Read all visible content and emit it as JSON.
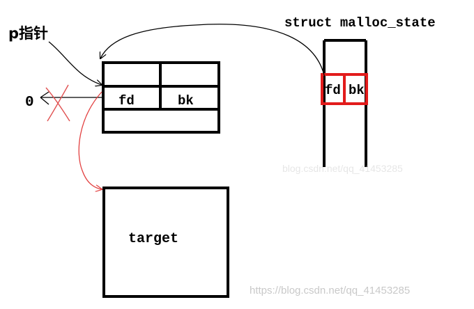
{
  "labels": {
    "struct_title": "struct malloc_state",
    "pointer": "p指针",
    "zero": "0",
    "chunk_fd": "fd",
    "chunk_bk": "bk",
    "state_fd": "fd",
    "state_bk": "bk",
    "target": "target",
    "watermark": "https://blog.csdn.net/qq_41453285"
  },
  "colors": {
    "box_stroke": "#000000",
    "highlight": "#e21b1b",
    "red_arrow": "#e24040",
    "cross": "#e05050",
    "watermark": "#c9c9c9"
  }
}
